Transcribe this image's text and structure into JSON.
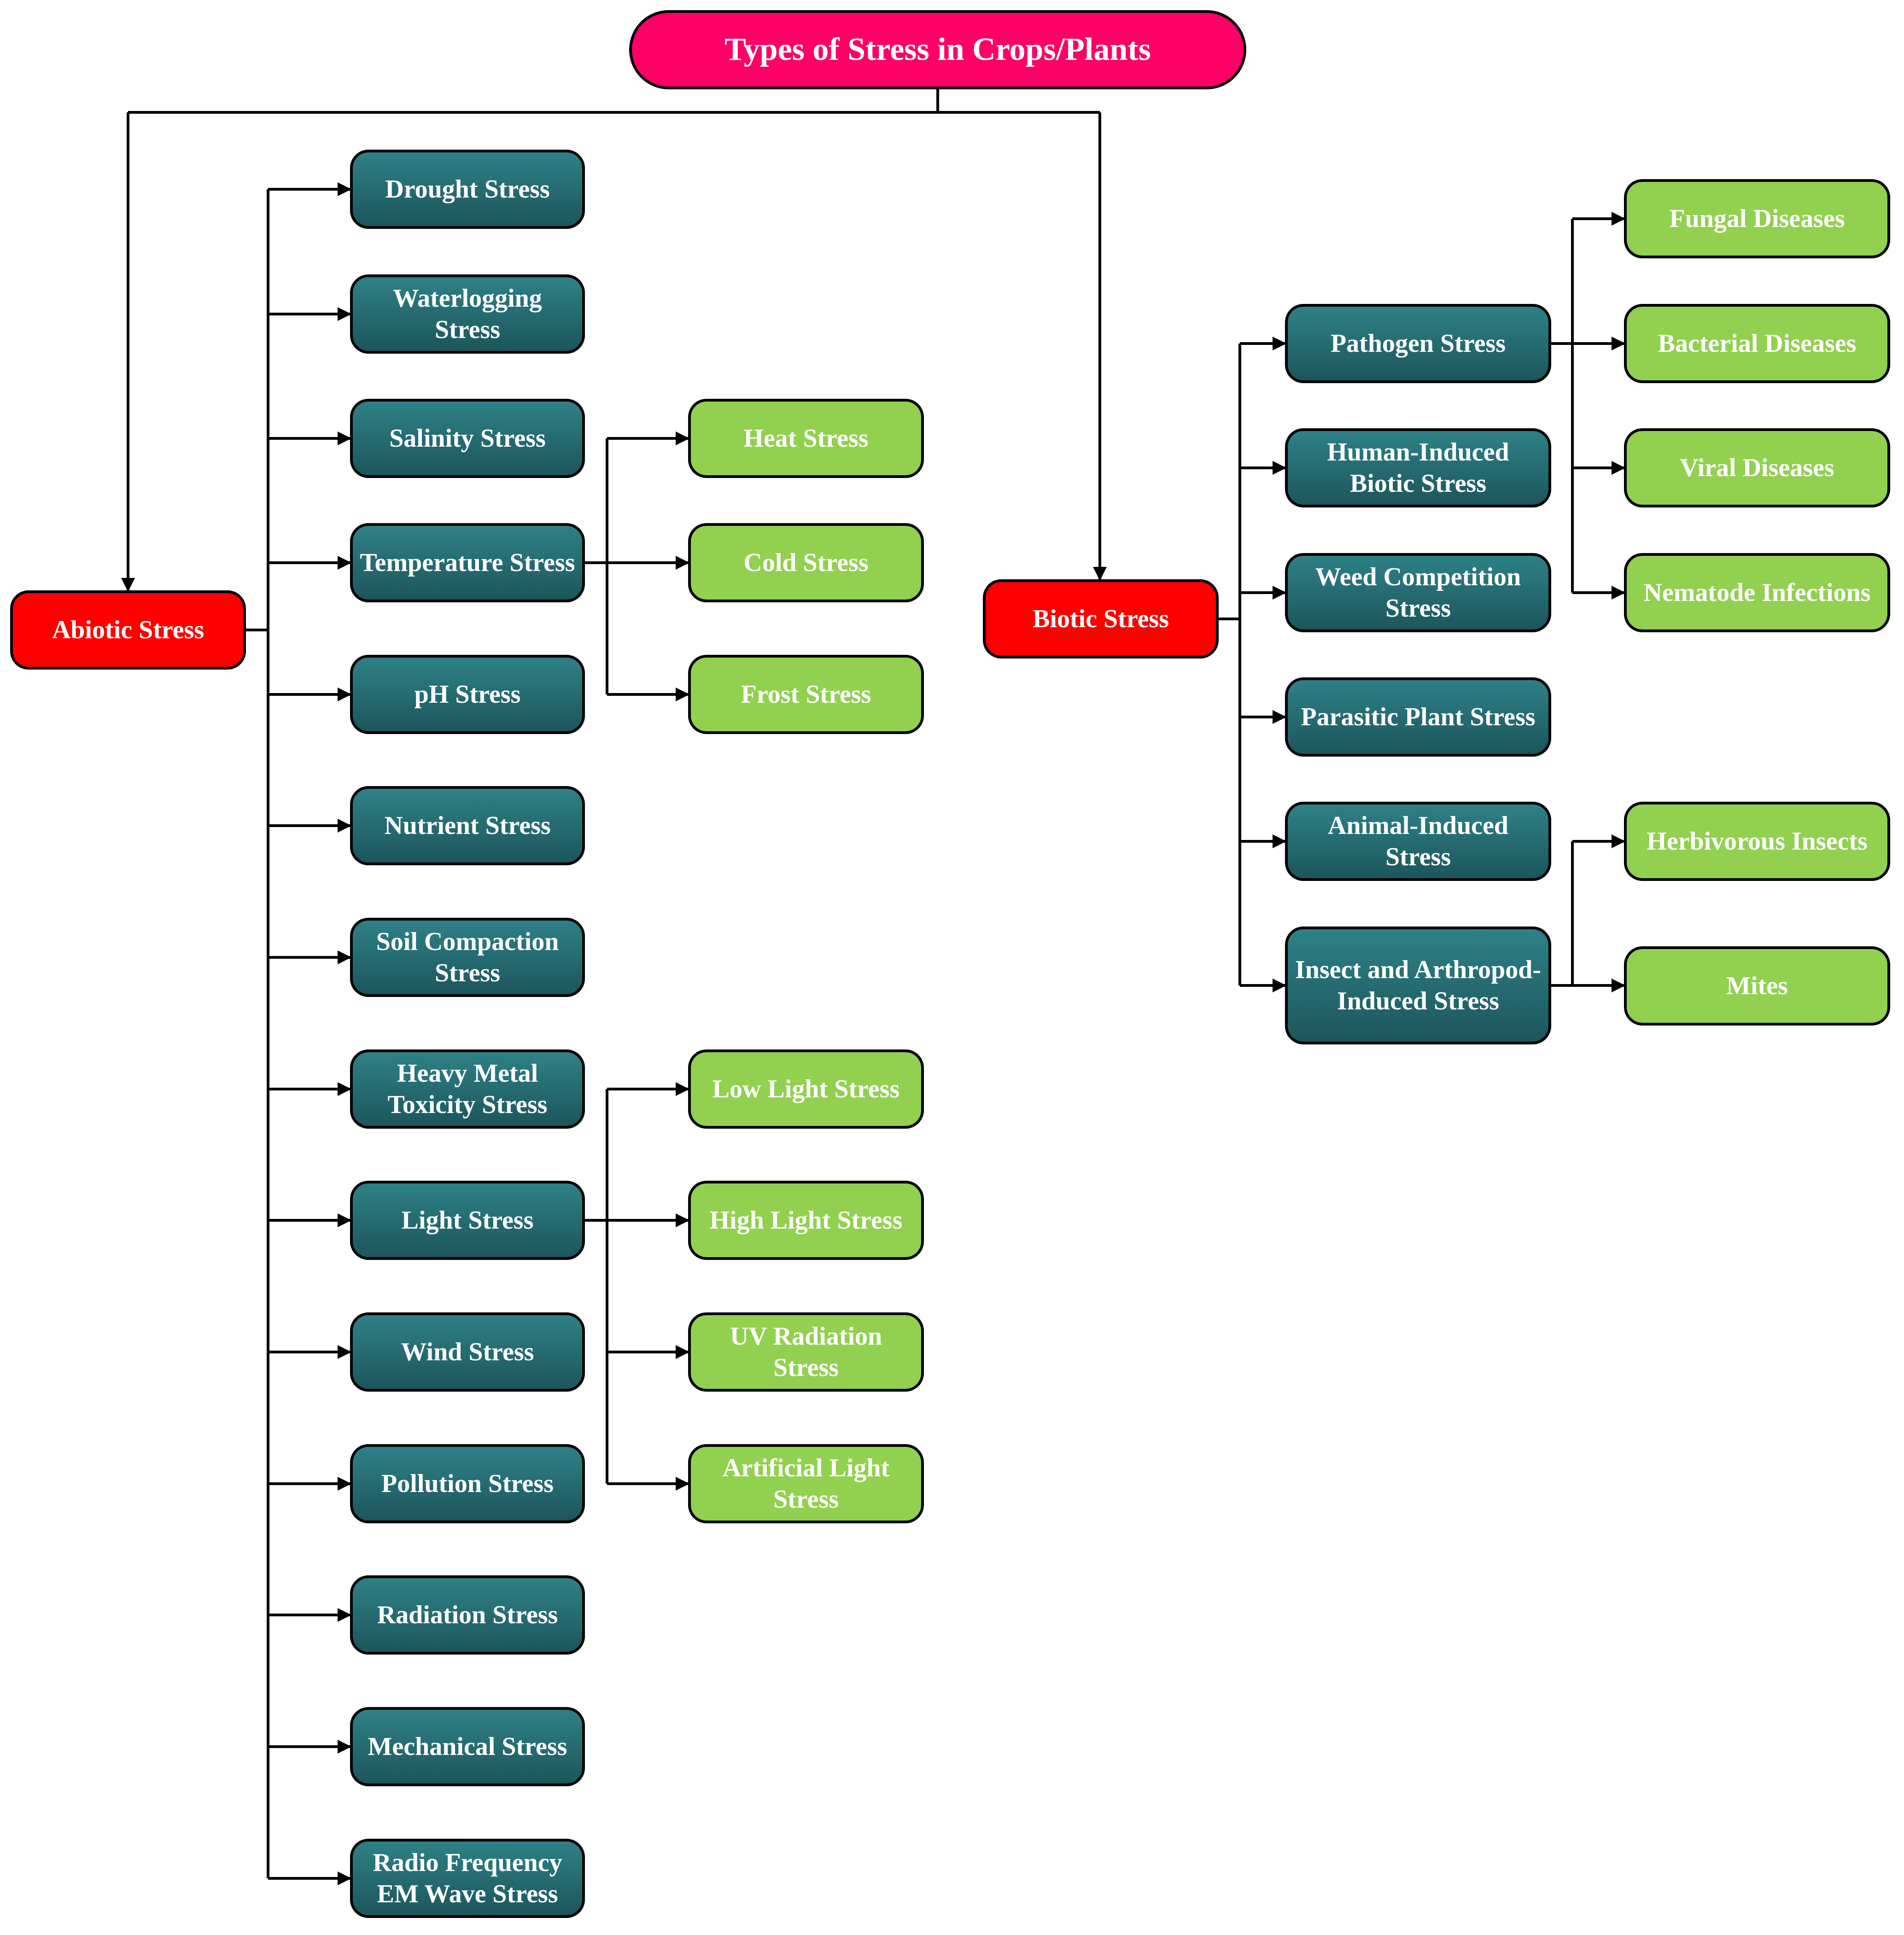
{
  "title": "Types of Stress in Crops/Plants",
  "colors": {
    "root": "#ff0066",
    "category": "#ff0000",
    "main_node_top": "#2e8187",
    "main_node_bottom": "#1c565c",
    "sub_node": "#92d050",
    "connector": "#000000"
  },
  "abiotic": {
    "label": "Abiotic Stress",
    "items": [
      {
        "label": "Drought Stress"
      },
      {
        "label": "Waterlogging Stress"
      },
      {
        "label": "Salinity Stress"
      },
      {
        "label": "Temperature Stress",
        "children": [
          "Heat Stress",
          "Cold Stress",
          "Frost Stress"
        ]
      },
      {
        "label": "pH Stress"
      },
      {
        "label": "Nutrient Stress"
      },
      {
        "label": "Soil Compaction Stress"
      },
      {
        "label": "Heavy Metal Toxicity Stress"
      },
      {
        "label": "Light Stress",
        "children": [
          "Low Light Stress",
          "High Light Stress",
          "UV Radiation Stress",
          "Artificial Light Stress"
        ]
      },
      {
        "label": "Wind Stress"
      },
      {
        "label": "Pollution Stress"
      },
      {
        "label": "Radiation Stress"
      },
      {
        "label": "Mechanical Stress"
      },
      {
        "label": "Radio Frequency EM Wave Stress"
      }
    ]
  },
  "biotic": {
    "label": "Biotic Stress",
    "items": [
      {
        "label": "Pathogen Stress",
        "children": [
          "Fungal Diseases",
          "Bacterial Diseases",
          "Viral Diseases",
          "Nematode Infections"
        ]
      },
      {
        "label": "Human-Induced Biotic Stress"
      },
      {
        "label": "Weed Competition Stress"
      },
      {
        "label": "Parasitic Plant Stress"
      },
      {
        "label": "Animal-Induced Stress",
        "children": [
          "Herbivorous Insects",
          "Mites"
        ]
      },
      {
        "label": "Insect and Arthropod-Induced Stress"
      }
    ]
  }
}
